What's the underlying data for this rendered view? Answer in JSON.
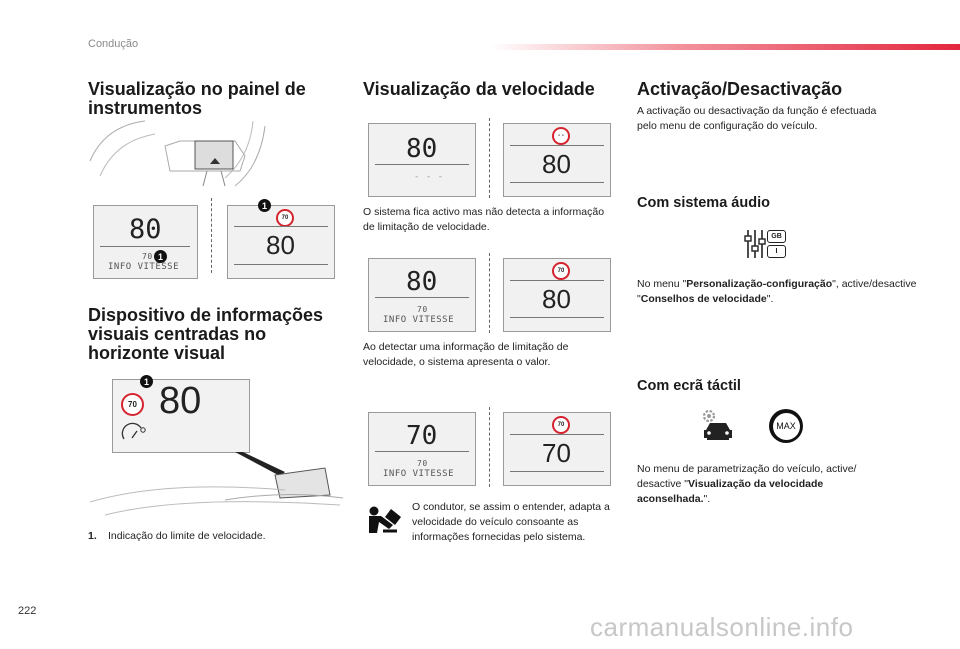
{
  "header": {
    "section": "Condução"
  },
  "col1": {
    "title1": "Visualização no painel de instrumentos",
    "panel_screen": {
      "speed": "80",
      "limit": "70",
      "info": "INFO VITESSE",
      "badge": "1"
    },
    "panel_screen2": {
      "sign": "70",
      "speed": "80",
      "badge": "1"
    },
    "title2": "Dispositivo de informações visuais centradas no horizonte visual",
    "hud": {
      "sign": "70",
      "speed": "80",
      "badge": "1"
    },
    "note_num": "1.",
    "note_text": "Indicação do limite de velocidade."
  },
  "col2": {
    "title": "Visualização da velocidade",
    "pair1": {
      "left_speed": "80",
      "left_dashes": "- - -",
      "right_sign": "- -",
      "right_speed": "80"
    },
    "text1": "O sistema fica activo mas não detecta a informação de limitação de velocidade.",
    "pair2": {
      "left_speed": "80",
      "left_limit": "70",
      "left_info": "INFO VITESSE",
      "right_sign": "70",
      "right_speed": "80"
    },
    "text2": "Ao detectar uma informação de limitação de velocidade, o sistema apresenta o valor.",
    "pair3": {
      "left_speed": "70",
      "left_limit": "70",
      "left_info": "INFO VITESSE",
      "right_sign": "70",
      "right_speed": "70"
    },
    "text3": "O condutor, se assim o entender, adapta a velocidade do veículo consoante as informações fornecidas pelo sistema."
  },
  "col3": {
    "title": "Activação/Desactivação",
    "intro": "A activação ou desactivação da função é efectuada pelo menu de configuração do veículo.",
    "audio_title": "Com sistema áudio",
    "audio_icon_labels": {
      "top": "GB",
      "bottom": "I"
    },
    "audio_text_1": "No menu \"",
    "audio_bold_1": "Personalização-configuração",
    "audio_text_2": "\", active/desactive \"",
    "audio_bold_2": "Conselhos de velocidade",
    "audio_text_3": "\".",
    "touch_title": "Com ecrã táctil",
    "max_label": "MAX",
    "touch_text_1": "No menu de parametrização do veículo, active/ desactive \"",
    "touch_bold": "Visualização da velocidade aconselhada.",
    "touch_text_2": "\"."
  },
  "footer": {
    "page": "222",
    "watermark": "carmanualsonline.info"
  },
  "colors": {
    "accent": "#e3263e",
    "sign_ring": "#d6242f"
  }
}
